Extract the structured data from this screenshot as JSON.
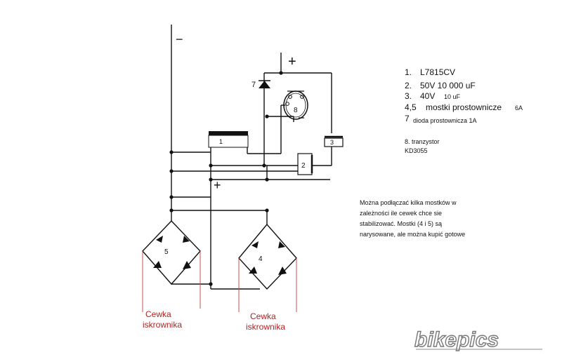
{
  "terminals": {
    "minus": "−",
    "plus_top": "+",
    "plus_mid": "+"
  },
  "legend": {
    "l1_num": "1.",
    "l1_text": "L7815CV",
    "l2_num": "2.",
    "l2_text": "50V 10 000 uF",
    "l3_num": "3.",
    "l3_text": "40V",
    "l3_sub": "10 uF",
    "l45_num": "4,5",
    "l45_text": "mostki prostownicze",
    "l45_sub": "6A",
    "l7_num": "7",
    "l7_text": "dioda prostownicza 1A",
    "l8_line1": "8. tranzystor",
    "l8_line2": "KD3055"
  },
  "note": {
    "line1": "Można podłączać kilka mostków w",
    "line2": "zależności ile cewek chce sie",
    "line3": "stabilizować. Mostki (4 i 5) są",
    "line4": "narysowane, ale można kupić gotowe"
  },
  "components": {
    "regulator": "1",
    "cap_big": "2",
    "cap_small": "3",
    "bridge_right": "4",
    "bridge_left": "5",
    "diode": "7",
    "transistor": "8"
  },
  "coils": {
    "left_1": "Cewka",
    "left_2": "iskrownika",
    "right_1": "Cewka",
    "right_2": "iskrownika"
  },
  "watermark": {
    "text": "bikepics"
  },
  "colors": {
    "ink": "#111111",
    "coil_red": "#b22222"
  }
}
